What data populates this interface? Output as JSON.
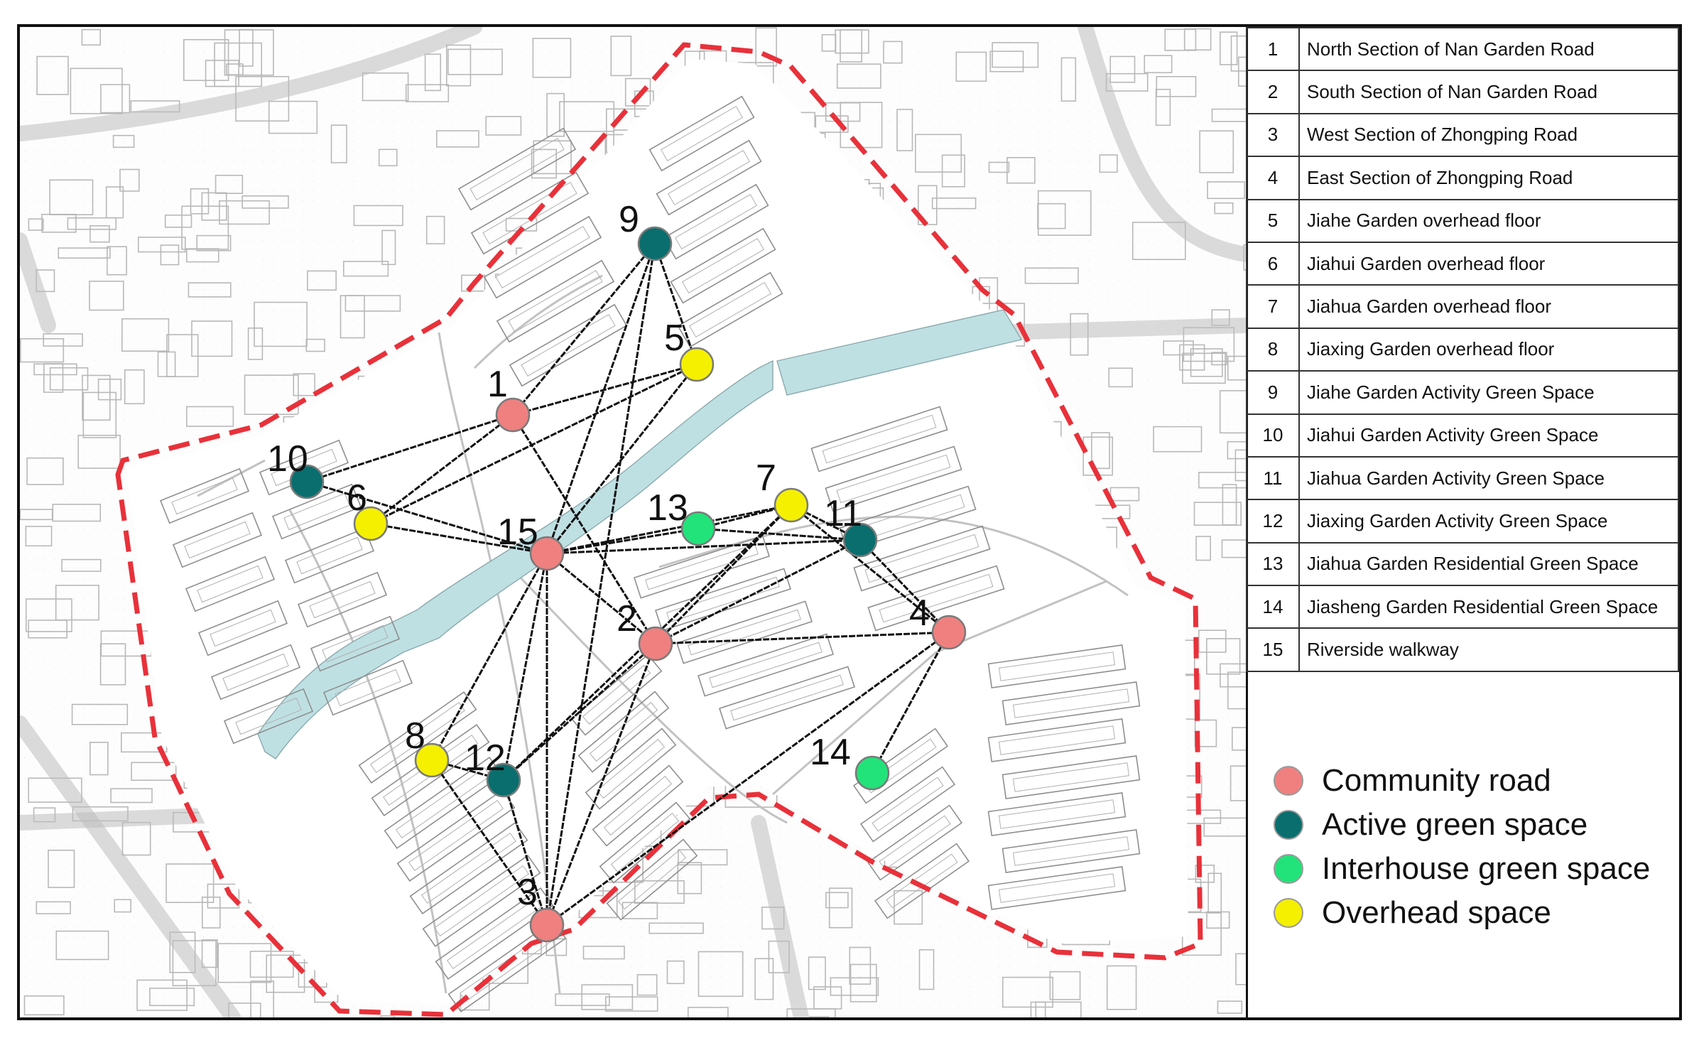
{
  "points_of_interest": [
    {
      "id": "1",
      "label": "1",
      "name": "North Section of Nan Garden Road",
      "category": "community_road"
    },
    {
      "id": "2",
      "label": "2",
      "name": "South Section of Nan Garden Road",
      "category": "community_road"
    },
    {
      "id": "3",
      "label": "3",
      "name": "West Section of Zhongping Road",
      "category": "community_road"
    },
    {
      "id": "4",
      "label": "4",
      "name": "East Section of Zhongping Road",
      "category": "community_road"
    },
    {
      "id": "5",
      "label": "5",
      "name": "Jiahe Garden overhead floor",
      "category": "overhead_space"
    },
    {
      "id": "6",
      "label": "6",
      "name": "Jiahui Garden overhead floor",
      "category": "overhead_space"
    },
    {
      "id": "7",
      "label": "7",
      "name": "Jiahua Garden  overhead floor",
      "category": "overhead_space"
    },
    {
      "id": "8",
      "label": "8",
      "name": "Jiaxing Garden  overhead floor",
      "category": "overhead_space"
    },
    {
      "id": "9",
      "label": "9",
      "name": "Jiahe Garden Activity Green Space",
      "category": "active_green_space"
    },
    {
      "id": "10",
      "label": "10",
      "name": "Jiahui Garden Activity Green Space",
      "category": "active_green_space"
    },
    {
      "id": "11",
      "label": "11",
      "name": "Jiahua Garden Activity Green Space",
      "category": "active_green_space"
    },
    {
      "id": "12",
      "label": "12",
      "name": "Jiaxing Garden Activity Green Space",
      "category": "active_green_space"
    },
    {
      "id": "13",
      "label": "13",
      "name": "Jiahua Garden Residential Green Space",
      "category": "interhouse_green_space"
    },
    {
      "id": "14",
      "label": "14",
      "name": "Jiasheng Garden Residential Green Space",
      "category": "interhouse_green_space"
    },
    {
      "id": "15",
      "label": "15",
      "name": "Riverside walkway",
      "category": "community_road"
    }
  ],
  "connections": [
    [
      "9",
      "5"
    ],
    [
      "9",
      "1"
    ],
    [
      "9",
      "15"
    ],
    [
      "9",
      "3"
    ],
    [
      "5",
      "1"
    ],
    [
      "5",
      "6"
    ],
    [
      "5",
      "15"
    ],
    [
      "1",
      "10"
    ],
    [
      "1",
      "6"
    ],
    [
      "1",
      "2"
    ],
    [
      "10",
      "15"
    ],
    [
      "6",
      "15"
    ],
    [
      "15",
      "13"
    ],
    [
      "15",
      "7"
    ],
    [
      "15",
      "11"
    ],
    [
      "15",
      "2"
    ],
    [
      "15",
      "8"
    ],
    [
      "15",
      "12"
    ],
    [
      "15",
      "3"
    ],
    [
      "13",
      "7"
    ],
    [
      "13",
      "11"
    ],
    [
      "7",
      "11"
    ],
    [
      "7",
      "4"
    ],
    [
      "7",
      "2"
    ],
    [
      "7",
      "12"
    ],
    [
      "11",
      "4"
    ],
    [
      "11",
      "2"
    ],
    [
      "4",
      "2"
    ],
    [
      "4",
      "14"
    ],
    [
      "4",
      "3"
    ],
    [
      "2",
      "12"
    ],
    [
      "2",
      "3"
    ],
    [
      "8",
      "12"
    ],
    [
      "8",
      "3"
    ],
    [
      "12",
      "3"
    ]
  ],
  "legend": [
    {
      "key": "community_road",
      "label": "Community road",
      "color": "#f08080"
    },
    {
      "key": "active_green_space",
      "label": "Active green space",
      "color": "#0a6e6e"
    },
    {
      "key": "interhouse_green_space",
      "label": "Interhouse green space",
      "color": "#22e37a"
    },
    {
      "key": "overhead_space",
      "label": "Overhead space",
      "color": "#f5f000"
    }
  ],
  "colors": {
    "boundary": "#e8313a",
    "river": "#bfe0e3",
    "road": "#b5b5b5",
    "building": "#9e9e9e",
    "connection": "#111111"
  }
}
